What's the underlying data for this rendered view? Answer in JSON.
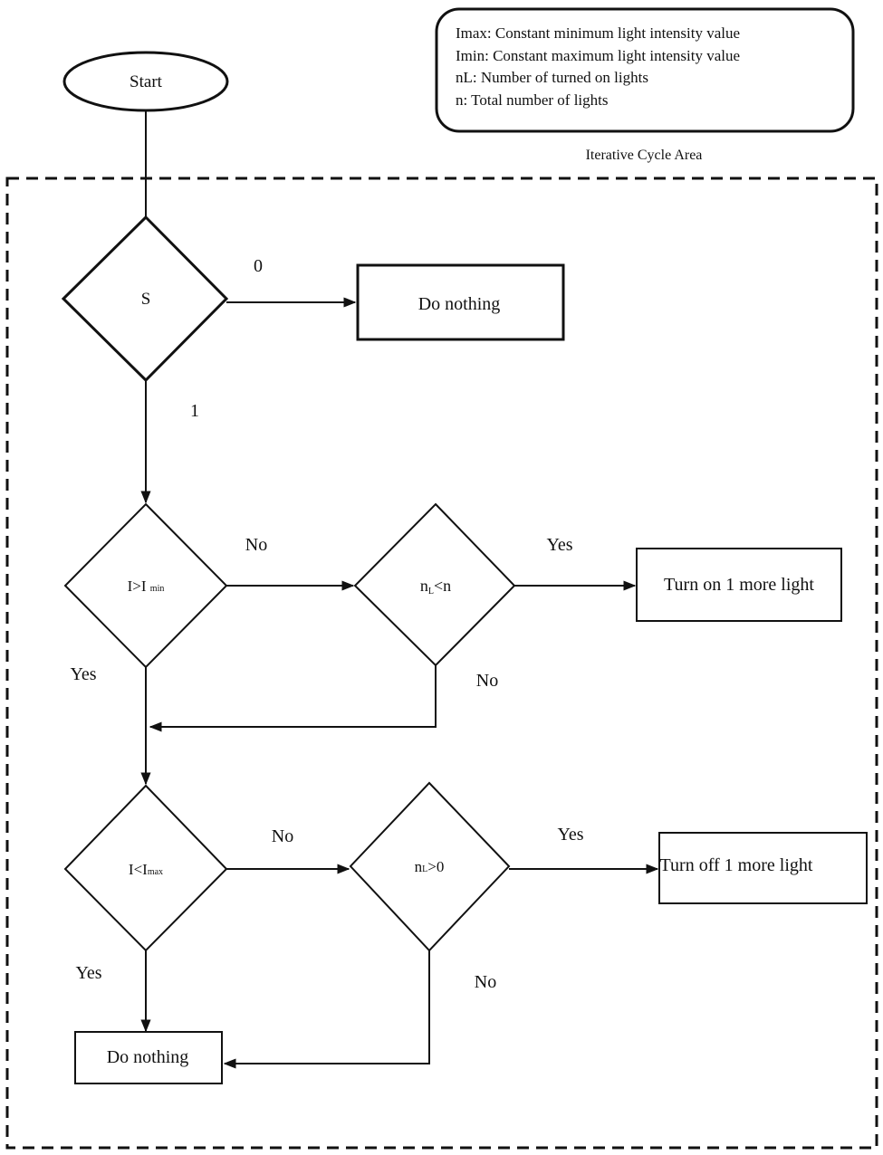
{
  "legend": {
    "lines": [
      "Imax: Constant minimum light intensity value",
      "Imin: Constant maximum light intensity value",
      "nL: Number of turned on lights",
      "n: Total number of lights"
    ]
  },
  "area_label": "Iterative Cycle Area",
  "nodes": {
    "start": "Start",
    "s": "S",
    "do_nothing_top": "Do nothing",
    "cond_min_main": "I>I ",
    "cond_min_sub": "min",
    "cond_nl_lt_main": "n",
    "cond_nl_lt_sub": "L",
    "cond_nl_lt_rest": "<n",
    "turn_on": "Turn on 1 more light",
    "cond_max_main": "I<I",
    "cond_max_sub": "max",
    "cond_nl_gt_main": "n",
    "cond_nl_gt_sub": "L",
    "cond_nl_gt_rest": ">0",
    "turn_off": "Turn off 1 more light",
    "do_nothing_bottom": "Do nothing"
  },
  "edges": {
    "s_zero": "0",
    "s_one": "1",
    "min_no": "No",
    "min_yes": "Yes",
    "nl_lt_yes": "Yes",
    "nl_lt_no": "No",
    "max_no": "No",
    "max_yes": "Yes",
    "nl_gt_yes": "Yes",
    "nl_gt_no": "No"
  }
}
